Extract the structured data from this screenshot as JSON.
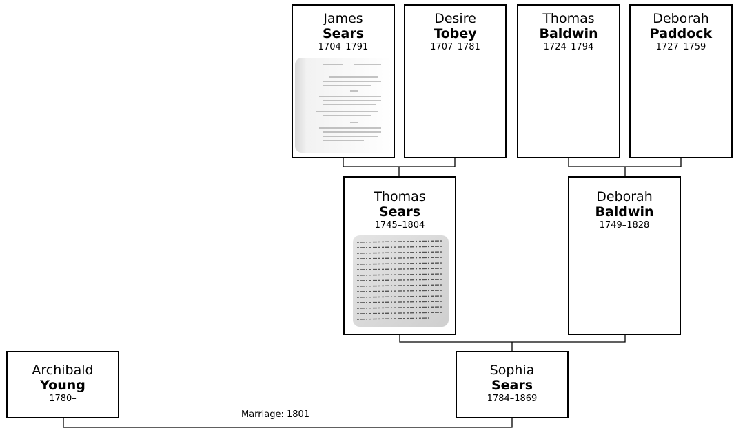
{
  "people": {
    "james_sears": {
      "given": "James",
      "surname": "Sears",
      "years": "1704–1791"
    },
    "desire_tobey": {
      "given": "Desire",
      "surname": "Tobey",
      "years": "1707–1781"
    },
    "thomas_baldwin": {
      "given": "Thomas",
      "surname": "Baldwin",
      "years": "1724–1794"
    },
    "deborah_paddock": {
      "given": "Deborah",
      "surname": "Paddock",
      "years": "1727–1759"
    },
    "thomas_sears": {
      "given": "Thomas",
      "surname": "Sears",
      "years": "1745–1804"
    },
    "deborah_baldwin": {
      "given": "Deborah",
      "surname": "Baldwin",
      "years": "1749–1828"
    },
    "archibald_young": {
      "given": "Archibald",
      "surname": "Young",
      "years": "1780–"
    },
    "sophia_sears": {
      "given": "Sophia",
      "surname": "Sears",
      "years": "1784–1869"
    }
  },
  "marriage_label": "Marriage: 1801",
  "colors": {
    "box_border": "#000000",
    "line": "#000000",
    "background": "#ffffff"
  }
}
